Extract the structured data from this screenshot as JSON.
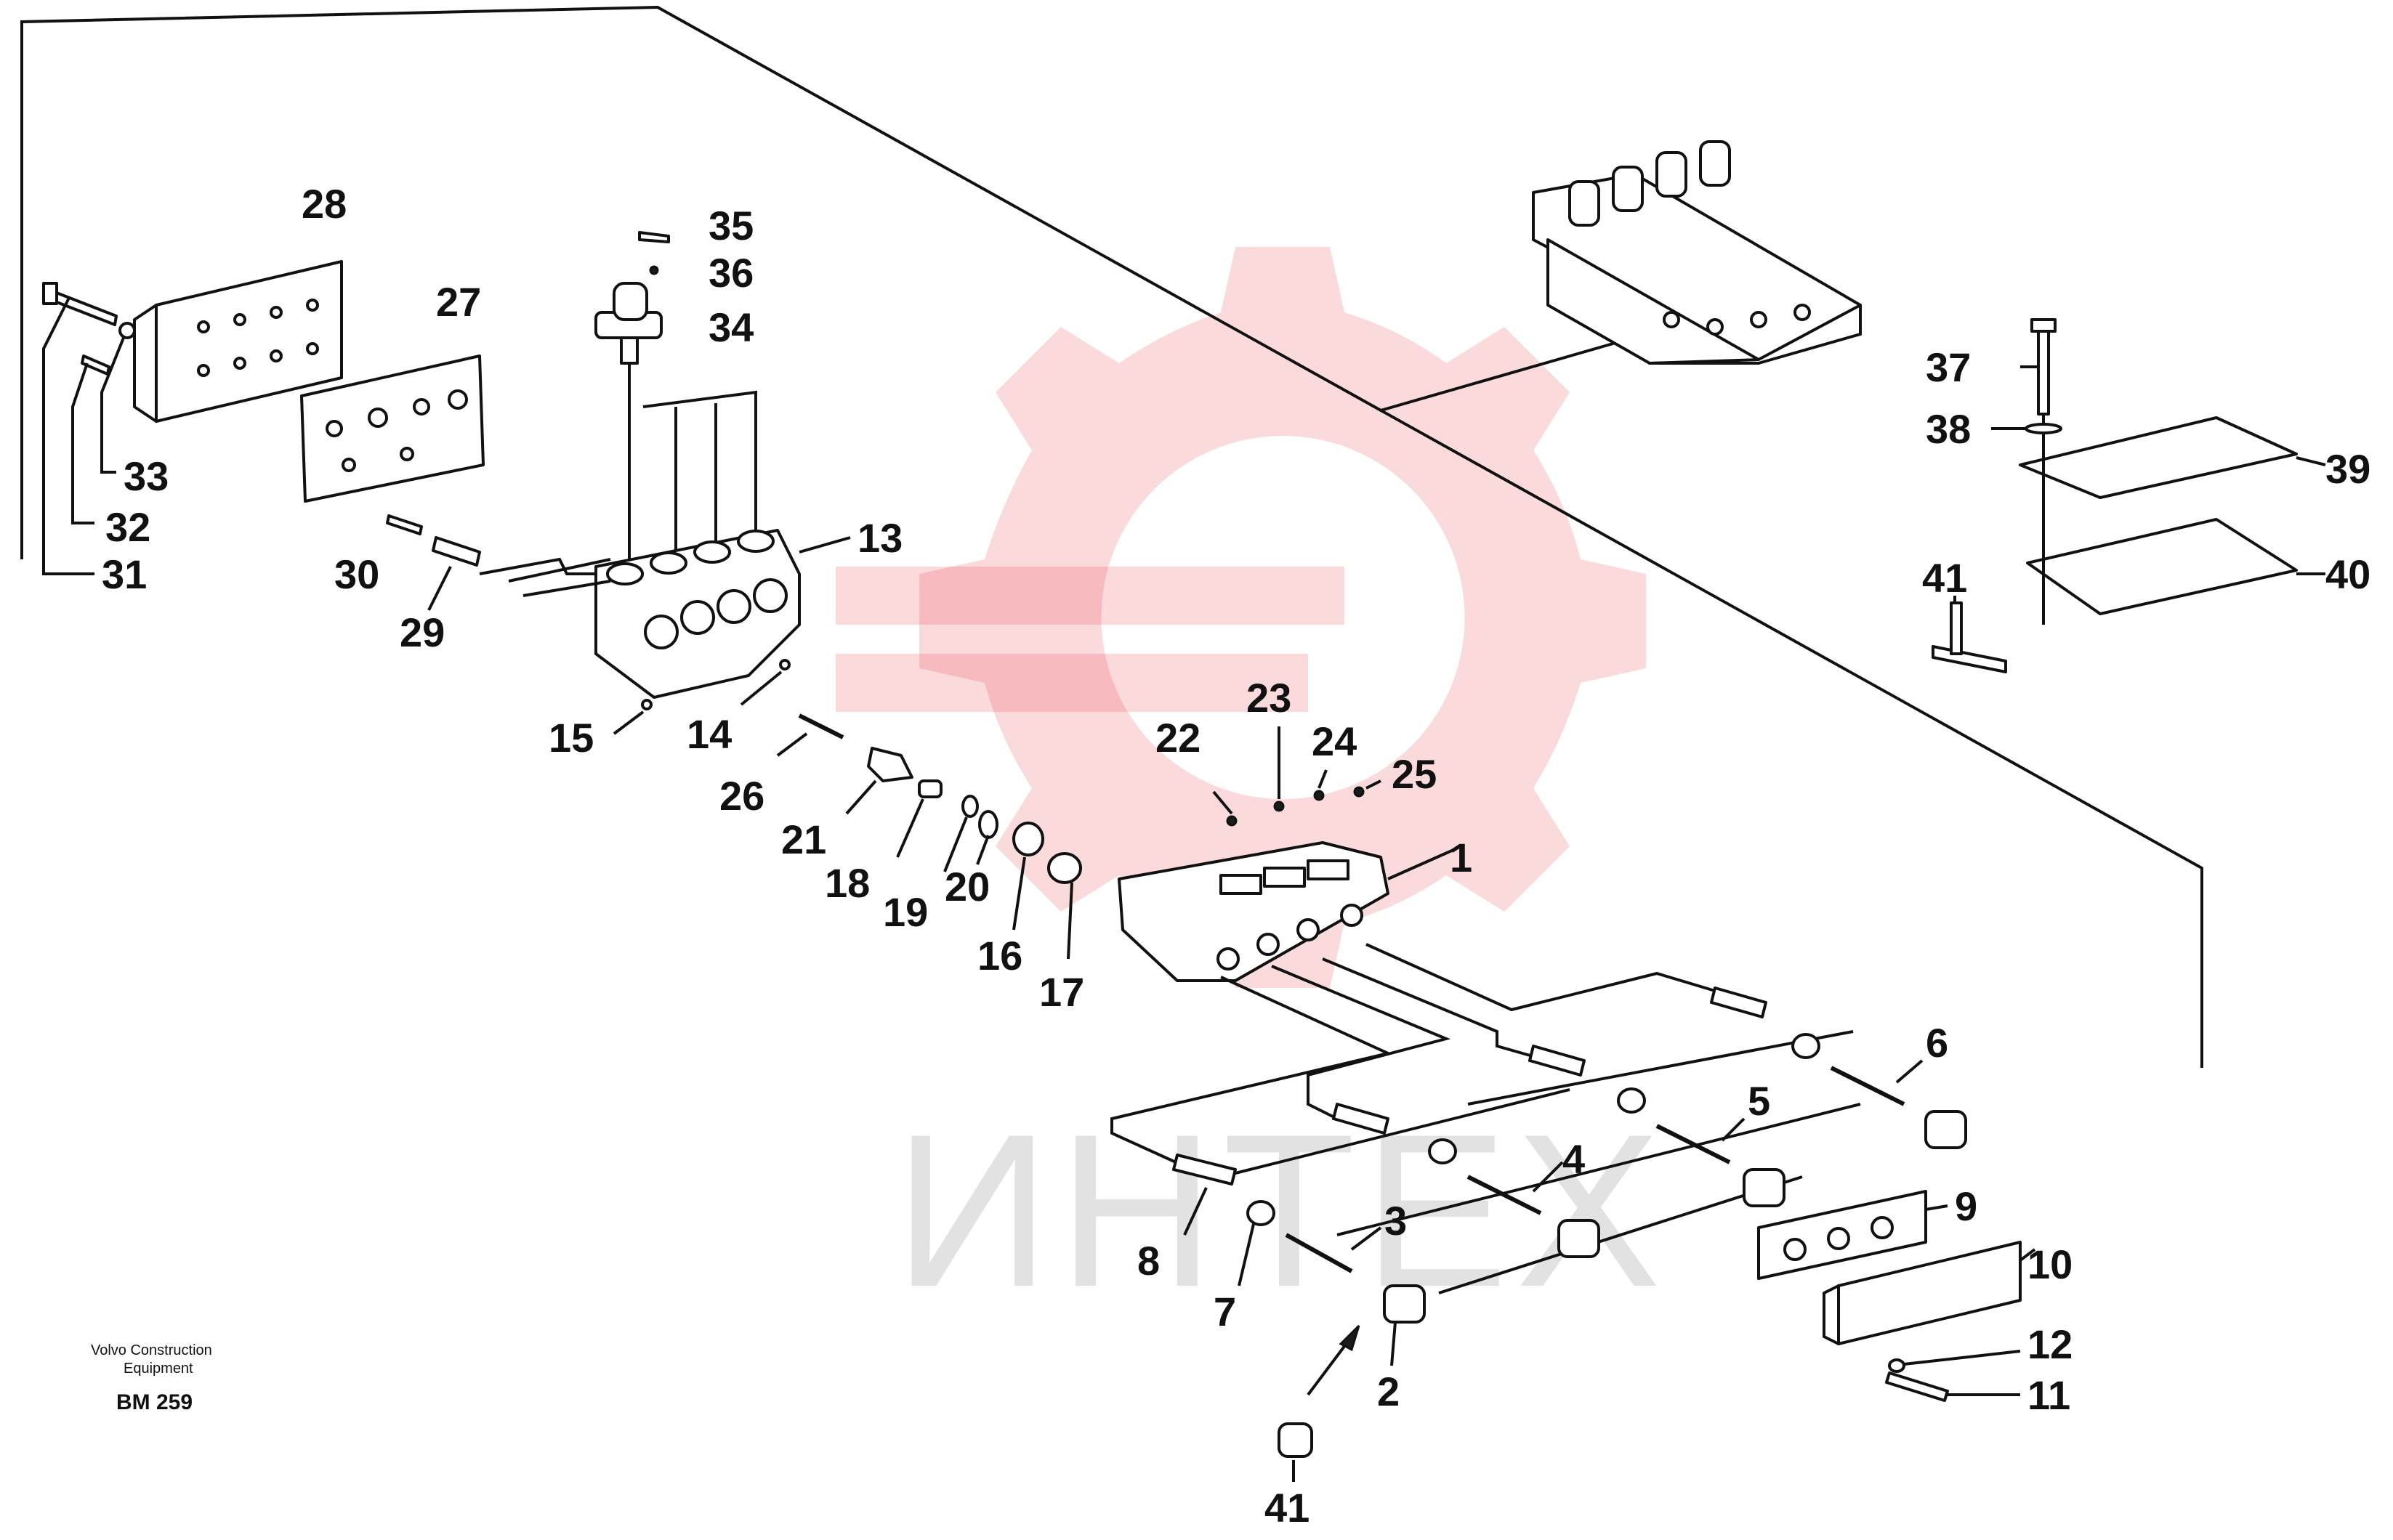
{
  "footer": {
    "company_line1": "Volvo Construction",
    "company_line2": "Equipment",
    "figure_id": "BM 259"
  },
  "watermark": {
    "text": "ИНТЕХ",
    "logo": "gear-watermark-icon",
    "color": "#e8323c"
  },
  "callouts": {
    "c1": "1",
    "c2": "2",
    "c3": "3",
    "c4": "4",
    "c5": "5",
    "c6": "6",
    "c7": "7",
    "c8": "8",
    "c9": "9",
    "c10": "10",
    "c11": "11",
    "c12": "12",
    "c13": "13",
    "c14": "14",
    "c15": "15",
    "c16": "16",
    "c17": "17",
    "c18": "18",
    "c19": "19",
    "c20": "20",
    "c21": "21",
    "c22": "22",
    "c23": "23",
    "c24": "24",
    "c25": "25",
    "c26": "26",
    "c27": "27",
    "c28": "28",
    "c29": "29",
    "c30": "30",
    "c31": "31",
    "c32": "32",
    "c33": "33",
    "c34": "34",
    "c35": "35",
    "c36": "36",
    "c37": "37",
    "c38": "38",
    "c39": "39",
    "c40": "40",
    "c41a": "41",
    "c41b": "41"
  }
}
